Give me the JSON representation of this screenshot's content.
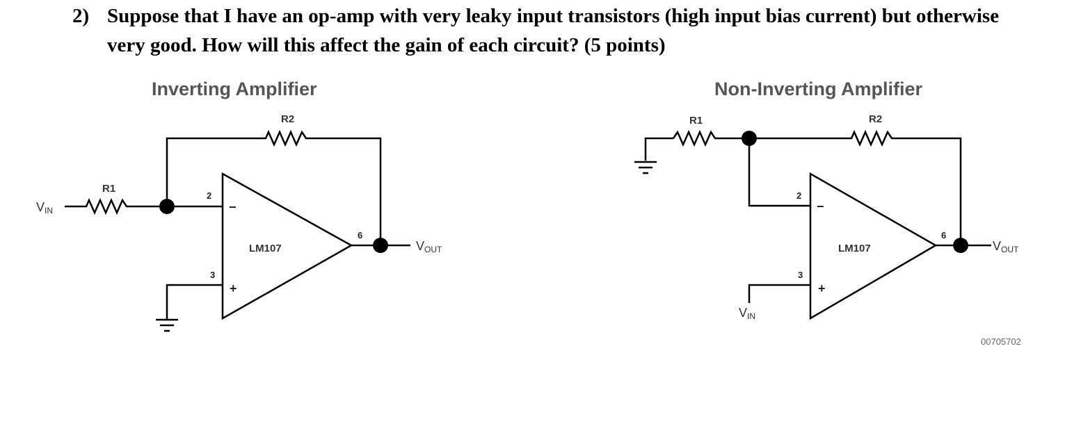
{
  "question": {
    "number": "2)",
    "text": "Suppose that I have an op-amp with very leaky input transistors (high input bias current) but otherwise very good.  How will this affect the gain of each circuit? (5 points)"
  },
  "inverting": {
    "title": "Inverting Amplifier",
    "r1": "R1",
    "r2": "R2",
    "chip": "LM107",
    "pin2": "2",
    "pin3": "3",
    "pin6": "6",
    "minus": "−",
    "plus": "+",
    "vin_main": "V",
    "vin_sub": "IN",
    "vout_main": "V",
    "vout_sub": "OUT"
  },
  "noninverting": {
    "title": "Non-Inverting Amplifier",
    "r1": "R1",
    "r2": "R2",
    "chip": "LM107",
    "pin2": "2",
    "pin3": "3",
    "pin6": "6",
    "minus": "−",
    "plus": "+",
    "vin_main": "V",
    "vin_sub": "IN",
    "vout_main": "V",
    "vout_sub": "OUT"
  },
  "figure_code": "00705702"
}
